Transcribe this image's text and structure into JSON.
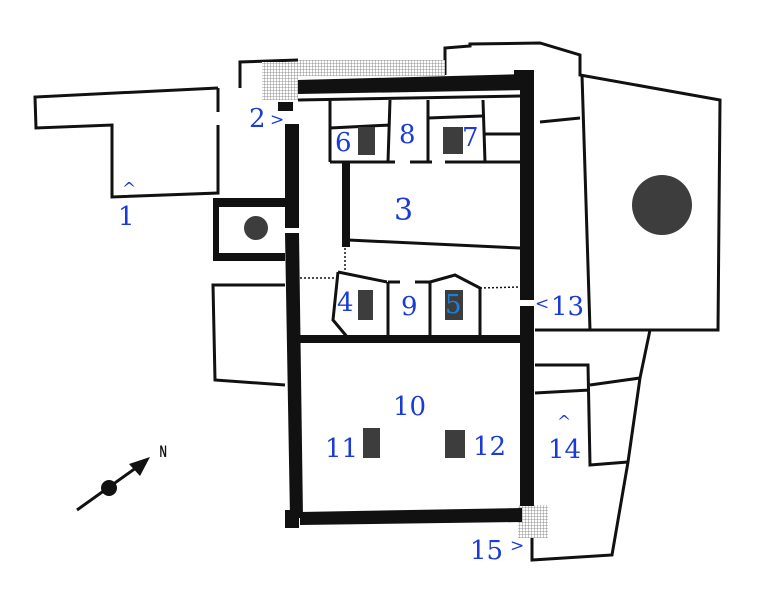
{
  "title": "Floor plan",
  "compass": {
    "label": "N"
  },
  "rooms": {
    "r1": "1",
    "r2": "2",
    "r3": "3",
    "r4": "4",
    "r5": "5",
    "r6": "6",
    "r7": "7",
    "r8": "8",
    "r9": "9",
    "r10": "10",
    "r11": "11",
    "r12": "12",
    "r13": "13",
    "r14": "14",
    "r15": "15"
  },
  "markers": {
    "right": ">",
    "left": "<",
    "up": "^"
  },
  "colors": {
    "label": "#1a3bd6",
    "label_highlight": "#1e7fd8",
    "wall": "#111111",
    "fixture": "#3d3d3d"
  }
}
